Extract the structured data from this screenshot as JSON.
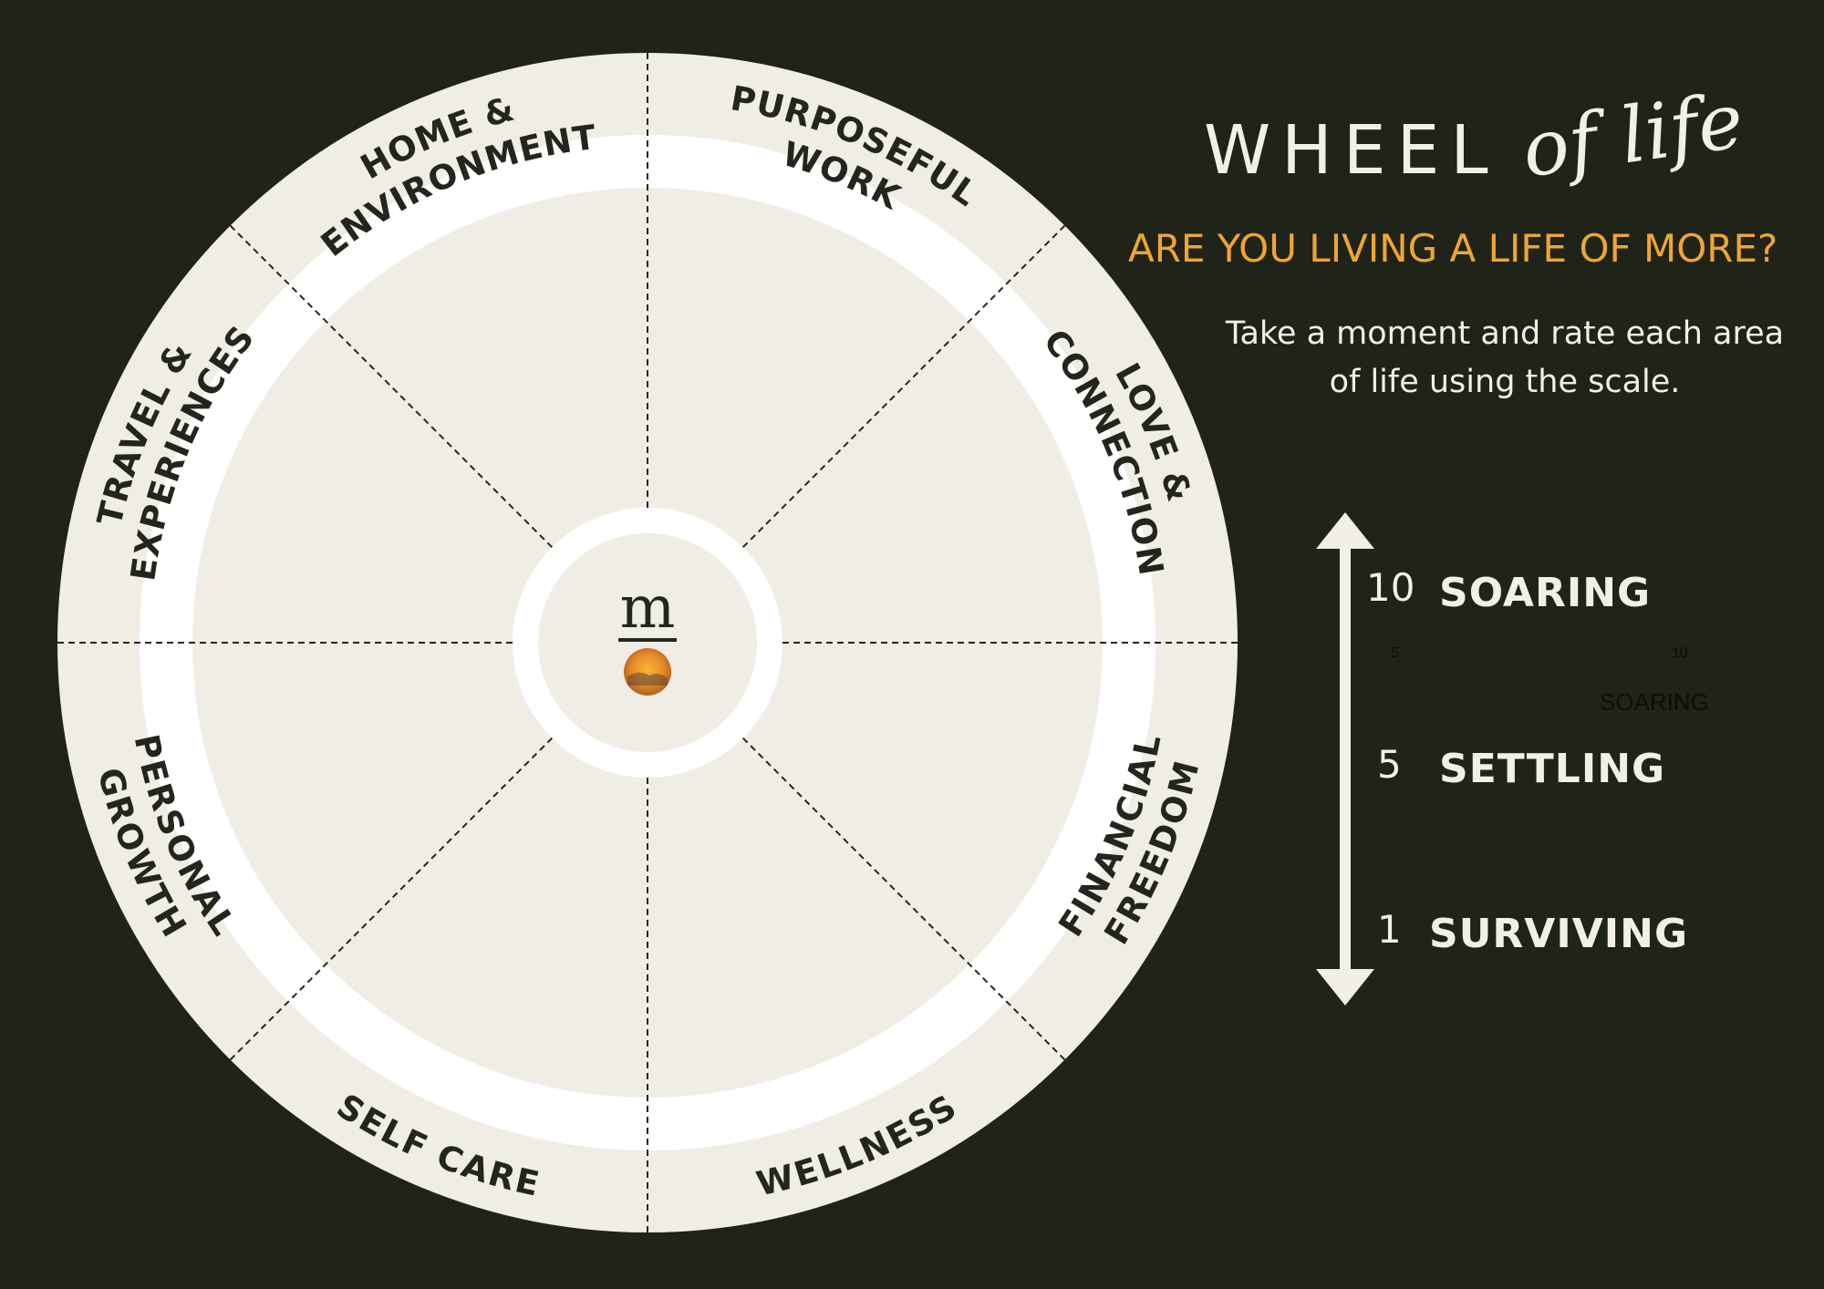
{
  "wheel": {
    "segments": [
      {
        "id": "purposeful-work",
        "lines": [
          "PURPOSEFUL",
          "WORK"
        ]
      },
      {
        "id": "love-connection",
        "lines": [
          "LOVE &",
          "CONNECTION"
        ]
      },
      {
        "id": "financial-freedom",
        "lines": [
          "FINANCIAL",
          "FREEDOM"
        ]
      },
      {
        "id": "wellness",
        "lines": [
          "WELLNESS"
        ]
      },
      {
        "id": "self-care",
        "lines": [
          "SELF CARE"
        ]
      },
      {
        "id": "personal-growth",
        "lines": [
          "PERSONAL",
          "GROWTH"
        ]
      },
      {
        "id": "travel-experiences",
        "lines": [
          "TRAVEL &",
          "EXPERIENCES"
        ]
      },
      {
        "id": "home-environment",
        "lines": [
          "HOME &",
          "ENVIRONMENT"
        ]
      }
    ],
    "center_logo": "m",
    "colors": {
      "background": "#1f2318",
      "wheel_fill": "#f0ede5",
      "ring": "#ffffff",
      "text": "#23261c",
      "accent": "#f0a532"
    }
  },
  "header": {
    "title": "WHEEL",
    "title_script": "of life",
    "subtitle": "ARE YOU LIVING A LIFE OF MORE?",
    "description": "Take a moment and rate each area of life using the scale."
  },
  "scale": {
    "items": [
      {
        "number": "10",
        "label": "SOARING"
      },
      {
        "number": "5",
        "label": "SETTLING"
      },
      {
        "number": "1",
        "label": "SURVIVING"
      }
    ],
    "ghost": {
      "low": "5",
      "high": "10",
      "label": "SOARING"
    }
  }
}
